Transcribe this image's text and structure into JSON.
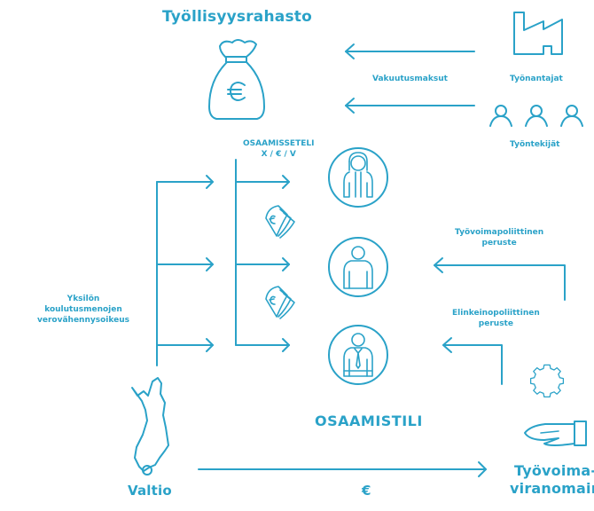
{
  "colors": {
    "accent": "#2aa2c8",
    "background": "#ffffff"
  },
  "title": "Työllisyysrahasto",
  "center_title": "OSAAMISTILI",
  "flows": {
    "vakuutusmaksut": "Vakuutusmaksut",
    "osaamisseteli_line1": "OSAAMISSETELI",
    "osaamisseteli_line2": "X / € / V",
    "verovahennys": [
      "Yksilön",
      "koulutusmenojen",
      "verovähennysoikeus"
    ],
    "tyovoimapoliittinen": [
      "Työvoimapoliittinen",
      "peruste"
    ],
    "elinkeinopoliittinen": [
      "Elinkeinopoliittinen",
      "peruste"
    ],
    "euro": "€"
  },
  "actors": {
    "tyonantajat": "Työnantajat",
    "tyontekijat": "Työntekijät",
    "valtio": "Valtio",
    "tyovoimaviranomainen": [
      "Työvoima-",
      "viranomainen"
    ]
  },
  "icons": {
    "fund": "money-bag-euro-icon",
    "employers": "factory-icon",
    "employees": "people-icon",
    "state": "finland-map-icon",
    "authority": "gear-hand-icon",
    "money": "euro-banknotes-icon",
    "persons": [
      "student-icon",
      "worker-icon",
      "employee-icon"
    ]
  }
}
